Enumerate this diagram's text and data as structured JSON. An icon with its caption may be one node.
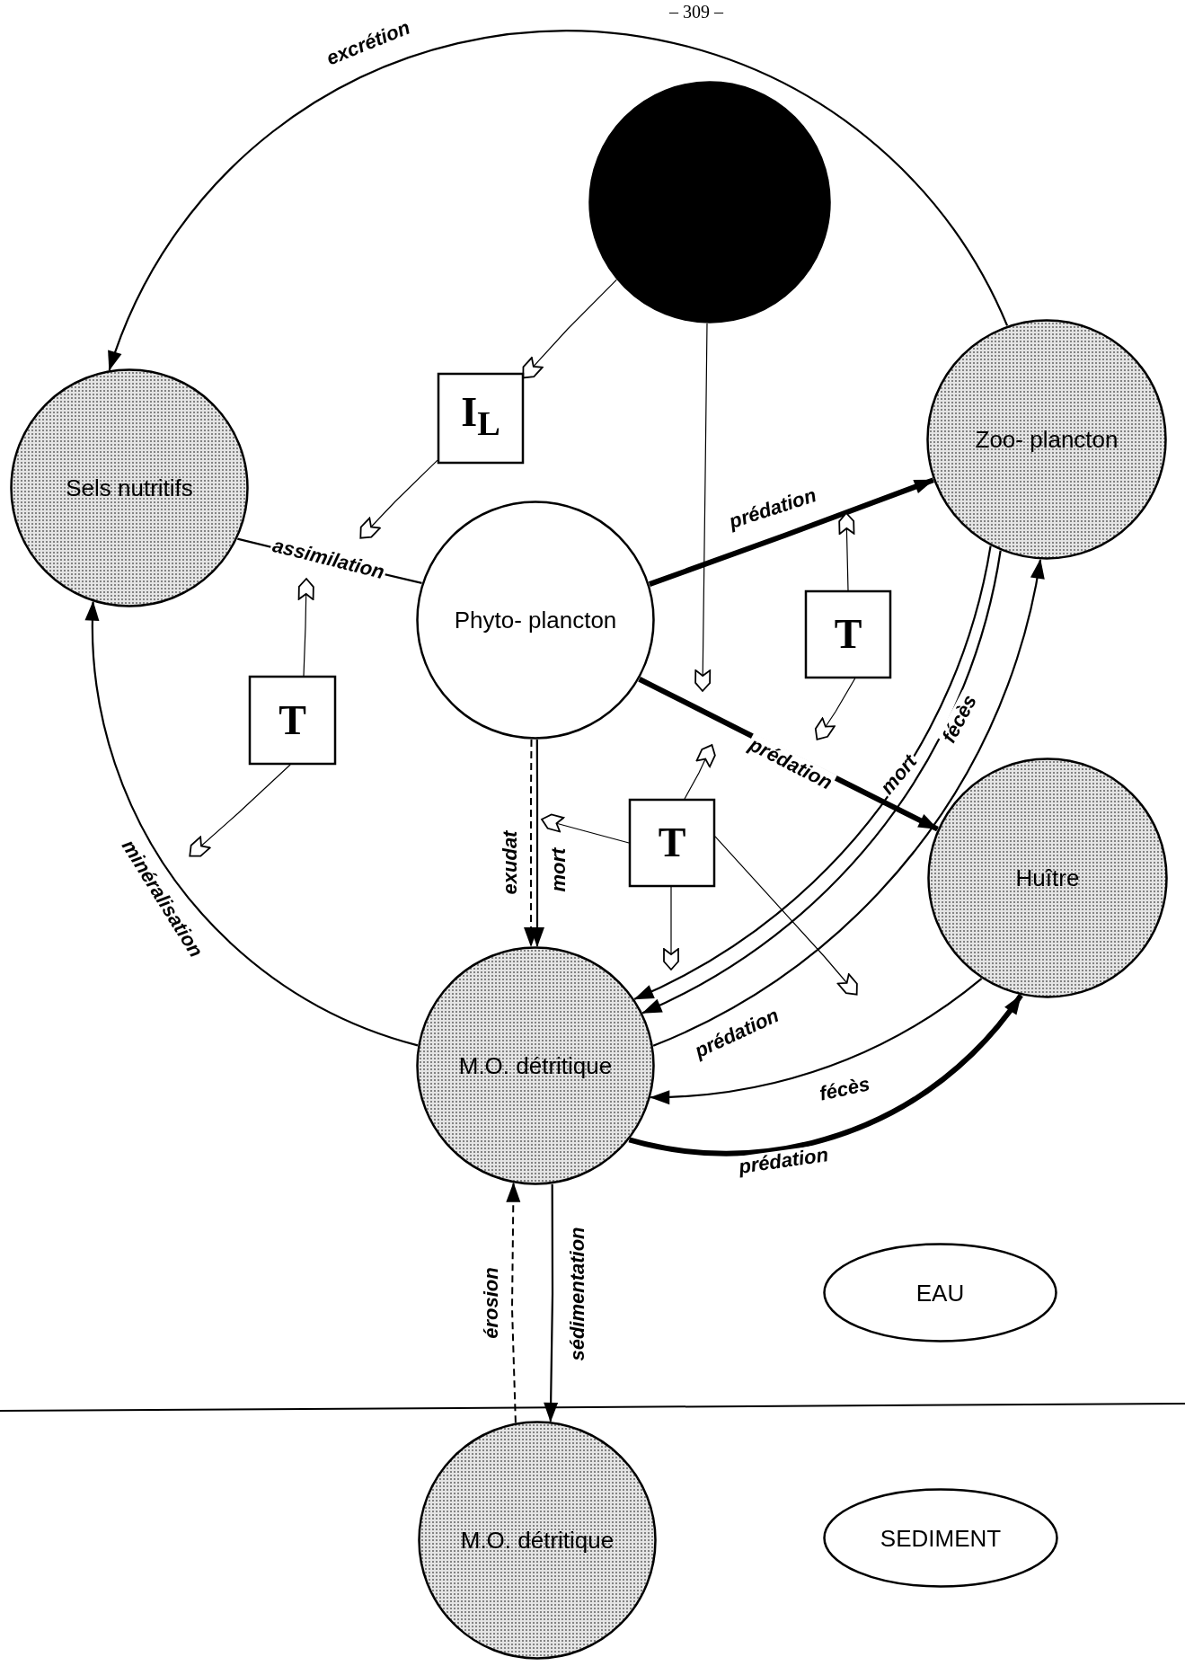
{
  "diagram": {
    "nodes": [
      {
        "text": [],
        "shape": "circle"
      },
      {
        "text": [
          "Sels nutritifs"
        ]
      },
      {
        "text": [
          "I$_{L}$"
        ]
      },
      {
        "text": [
          "Zoo- plancton"
        ]
      },
      {
        "text": [
          "Phyto- plancton"
        ]
      },
      {
        "text": [
          "T"
        ]
      },
      {
        "text": [
          "T"
        ]
      },
      {
        "text": [
          "T"
        ]
      },
      {
        "text": [
          "Huître"
        ]
      },
      {
        "text": [
          "M.O. détritique"
        ]
      },
      {
        "text": [
          "EAU"
        ]
      },
      {
        "text": [
          "M.O. détritique"
        ]
      },
      {
        "text": [
          "SEDIMENT"
        ]
      }
    ],
    "edges": [
      {
        "from": 3,
        "to": 1,
        "arrow": "to",
        "label": "excrétion"
      },
      {
        "from": 0,
        "to": 2,
        "arrow": "to"
      },
      {
        "from": 2,
        "to": null,
        "arrow": "to"
      },
      {
        "from": 1,
        "to": 4,
        "arrow": "none",
        "label": "assimilation"
      },
      {
        "from": 5,
        "to": null,
        "arrow": "to"
      },
      {
        "from": 5,
        "to": null,
        "arrow": "to"
      },
      {
        "from": 0,
        "to": null,
        "arrow": "to"
      },
      {
        "from": 4,
        "to": 3,
        "arrow": "to",
        "label": "prédation",
        "style": "thick"
      },
      {
        "from": 6,
        "to": null,
        "arrow": "to"
      },
      {
        "from": 6,
        "to": null,
        "arrow": "to"
      },
      {
        "from": 4,
        "to": 8,
        "arrow": "to",
        "label": "prédation",
        "style": "thick"
      },
      {
        "from": 4,
        "to": 9,
        "arrow": "to",
        "label": "exudat",
        "style": "dashed"
      },
      {
        "from": 4,
        "to": 9,
        "arrow": "to",
        "label": "mort"
      },
      {
        "from": 7,
        "to": null,
        "arrow": "to"
      },
      {
        "from": 7,
        "to": null,
        "arrow": "to"
      },
      {
        "from": 7,
        "to": null,
        "arrow": "to"
      },
      {
        "from": 7,
        "to": null,
        "arrow": "to"
      },
      {
        "from": 3,
        "to": 9,
        "arrow": "to",
        "label": "fécès"
      },
      {
        "from": 3,
        "to": 9,
        "arrow": "to",
        "label": "mort"
      },
      {
        "from": 9,
        "to": 3,
        "arrow": "to",
        "label": "prédation"
      },
      {
        "from": 8,
        "to": 9,
        "arrow": "to",
        "label": "fécès"
      },
      {
        "from": 9,
        "to": 8,
        "arrow": "to",
        "label": "prédation",
        "style": "thick"
      },
      {
        "from": 9,
        "to": 1,
        "arrow": "to",
        "label": "minéralisation"
      },
      {
        "from": 9,
        "to": 11,
        "arrow": "to",
        "label": "sédimentation"
      },
      {
        "from": 11,
        "to": 9,
        "arrow": "to",
        "label": "érosion",
        "style": "dashed"
      }
    ],
    "labels": [
      "– 309 –"
    ]
  }
}
